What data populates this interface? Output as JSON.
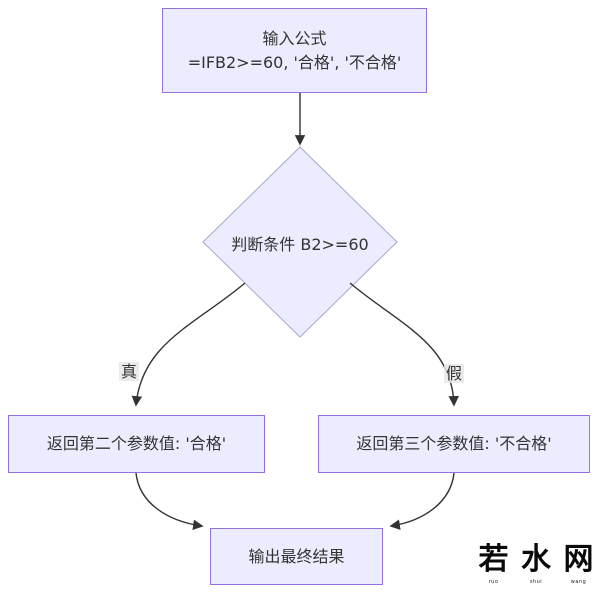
{
  "diagram": {
    "nodes": {
      "input": {
        "line1": "输入公式",
        "line2": "=IFB2>=60, '合格', '不合格'"
      },
      "decision": {
        "label": "判断条件 B2>=60"
      },
      "true_branch": {
        "label": "返回第二个参数值: '合格'"
      },
      "false_branch": {
        "label": "返回第三个参数值: '不合格'"
      },
      "output": {
        "label": "输出最终结果"
      }
    },
    "edges": {
      "true_label": "真",
      "false_label": "假"
    },
    "colors": {
      "node_fill": "#ECECFF",
      "node_border": "#9370DB",
      "diamond_border": "#A7A7CE",
      "line": "#333333",
      "edge_label_bg": "#E8E8E8"
    }
  },
  "watermark": {
    "chars": [
      "若",
      "水",
      "网"
    ],
    "subs": [
      "ruo",
      "shui",
      "wang"
    ]
  }
}
